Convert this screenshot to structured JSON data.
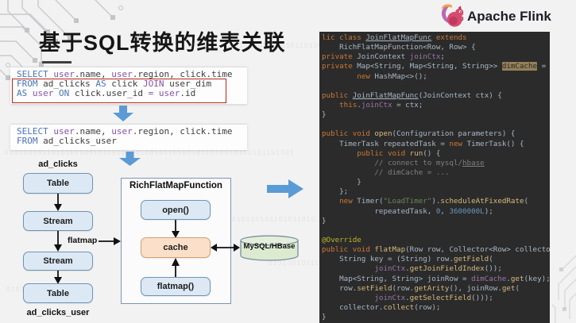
{
  "slide": {
    "title": "基于SQL转换的维表关联"
  },
  "brand": {
    "name": "Apache Flink",
    "logo_icon": "flink-squirrel-icon"
  },
  "decor": {
    "b1": "0101001011010110100101101001010010110100101101001010",
    "b2": "01010010110101101001011010010100101101001011010010100101101001",
    "b3": "010100101101011010",
    "b4": "0101001011010"
  },
  "colors": {
    "accent_arrow_blue": "#5b9bd5",
    "box_blue": "#dce9f5",
    "box_orange": "#fbdfc8",
    "db_green": "#dcead0",
    "red_outline": "#b3271c",
    "code_bg": "#2b2b2b",
    "keyword_orange": "#CC7832",
    "sql_keyword_blue": "#4a74b8",
    "sql_purple": "#8752a8"
  },
  "sql1": {
    "lines": [
      [
        {
          "c": "kb",
          "t": "SELECT "
        },
        {
          "c": "p",
          "t": "user"
        },
        {
          "c": "t",
          "t": ".name, "
        },
        {
          "c": "p",
          "t": "user"
        },
        {
          "c": "t",
          "t": ".region, click.time"
        }
      ],
      [
        {
          "c": "kb",
          "t": "FROM "
        },
        {
          "c": "t",
          "t": "ad_clicks "
        },
        {
          "c": "kb",
          "t": "AS "
        },
        {
          "c": "t",
          "t": "click "
        },
        {
          "c": "p",
          "t": "JOIN "
        },
        {
          "c": "t",
          "t": "user_dim"
        }
      ],
      [
        {
          "c": "kb",
          "t": "AS "
        },
        {
          "c": "p",
          "t": "user "
        },
        {
          "c": "kb",
          "t": "ON "
        },
        {
          "c": "t",
          "t": "click.user_id "
        },
        {
          "c": "p",
          "t": "= "
        },
        {
          "c": "p",
          "t": "user"
        },
        {
          "c": "t",
          "t": ".id"
        }
      ]
    ]
  },
  "sql2": {
    "lines": [
      [
        {
          "c": "kb",
          "t": "SELECT "
        },
        {
          "c": "p",
          "t": "user"
        },
        {
          "c": "t",
          "t": ".name, "
        },
        {
          "c": "p",
          "t": "user"
        },
        {
          "c": "t",
          "t": ".region, click.time"
        }
      ],
      [
        {
          "c": "kb",
          "t": "FROM "
        },
        {
          "c": "t",
          "t": "ad_clicks_user"
        }
      ]
    ]
  },
  "diagram": {
    "source_label": "ad_clicks",
    "sink_label": "ad_clicks_user",
    "left_boxes": [
      "Table",
      "Stream",
      "Stream",
      "Table"
    ],
    "flatmap_edge_label": "flatmap",
    "container_title": "RichFlatMapFunction",
    "open_box": "open()",
    "cache_box": "cache",
    "flatmap_box": "flatmap()",
    "db_label": "MySQL/HBase"
  },
  "code": {
    "lines": [
      [
        {
          "c": "k",
          "t": "lic class "
        },
        {
          "c": "u",
          "t": "JoinFlatMapFunc"
        },
        {
          "c": "k",
          "t": " extends"
        }
      ],
      [
        {
          "c": "d",
          "t": "    RichFlatMapFunction<Row, Row> {"
        }
      ],
      [
        {
          "c": "k",
          "t": "private "
        },
        {
          "c": "d",
          "t": "JoinContext "
        },
        {
          "c": "f",
          "t": "joinCtx"
        },
        {
          "c": "d",
          "t": ";"
        }
      ],
      [
        {
          "c": "k",
          "t": "private "
        },
        {
          "c": "d",
          "t": "Map<String, Map<String, String>> "
        },
        {
          "c": "h",
          "t": "dimCache"
        },
        {
          "c": "d",
          "t": " ="
        }
      ],
      [
        {
          "c": "d",
          "t": "        "
        },
        {
          "c": "k",
          "t": "new "
        },
        {
          "c": "d",
          "t": "HashMap<>();"
        }
      ],
      [],
      [
        {
          "c": "k",
          "t": "public "
        },
        {
          "c": "u",
          "t": "JoinFlatMapFunc"
        },
        {
          "c": "d",
          "t": "(JoinContext ctx) {"
        }
      ],
      [
        {
          "c": "d",
          "t": "    "
        },
        {
          "c": "k",
          "t": "this"
        },
        {
          "c": "d",
          "t": "."
        },
        {
          "c": "f",
          "t": "joinCtx"
        },
        {
          "c": "d",
          "t": " = ctx;"
        }
      ],
      [
        {
          "c": "d",
          "t": "}"
        }
      ],
      [],
      [
        {
          "c": "k",
          "t": "public void "
        },
        {
          "c": "m",
          "t": "open"
        },
        {
          "c": "d",
          "t": "(Configuration parameters) {"
        }
      ],
      [
        {
          "c": "d",
          "t": "    TimerTask repeatedTask = "
        },
        {
          "c": "k",
          "t": "new "
        },
        {
          "c": "d",
          "t": "TimerTask() {"
        }
      ],
      [
        {
          "c": "d",
          "t": "        "
        },
        {
          "c": "k",
          "t": "public void "
        },
        {
          "c": "m",
          "t": "run"
        },
        {
          "c": "d",
          "t": "() {"
        }
      ],
      [
        {
          "c": "c",
          "t": "            // connect to mysql/"
        },
        {
          "c": "cu",
          "t": "hbase"
        }
      ],
      [
        {
          "c": "c",
          "t": "            // dimCache = ..."
        }
      ],
      [
        {
          "c": "d",
          "t": "        }"
        }
      ],
      [
        {
          "c": "d",
          "t": "    };"
        }
      ],
      [
        {
          "c": "d",
          "t": "    "
        },
        {
          "c": "k",
          "t": "new "
        },
        {
          "c": "d",
          "t": "Timer("
        },
        {
          "c": "s",
          "t": "\"LoadTimer\""
        },
        {
          "c": "d",
          "t": ")."
        },
        {
          "c": "m",
          "t": "scheduleAtFixedRate"
        },
        {
          "c": "d",
          "t": "("
        }
      ],
      [
        {
          "c": "d",
          "t": "            repeatedTask, "
        },
        {
          "c": "n",
          "t": "0"
        },
        {
          "c": "d",
          "t": ", "
        },
        {
          "c": "n",
          "t": "3600000L"
        },
        {
          "c": "d",
          "t": ");"
        }
      ],
      [
        {
          "c": "d",
          "t": "}"
        }
      ],
      [],
      [
        {
          "c": "a",
          "t": "@Override"
        }
      ],
      [
        {
          "c": "k",
          "t": "public void "
        },
        {
          "c": "m",
          "t": "flatMap"
        },
        {
          "c": "d",
          "t": "(Row row, Collector<Row> collector)"
        }
      ],
      [
        {
          "c": "d",
          "t": "    String key = (String) row."
        },
        {
          "c": "m",
          "t": "getField"
        },
        {
          "c": "d",
          "t": "("
        }
      ],
      [
        {
          "c": "d",
          "t": "            "
        },
        {
          "c": "f",
          "t": "joinCtx"
        },
        {
          "c": "d",
          "t": "."
        },
        {
          "c": "m",
          "t": "getJoinFieldIndex"
        },
        {
          "c": "d",
          "t": "());"
        }
      ],
      [
        {
          "c": "d",
          "t": "    Map<String, String> joinRow = "
        },
        {
          "c": "f",
          "t": "dimCache"
        },
        {
          "c": "d",
          "t": "."
        },
        {
          "c": "m",
          "t": "get"
        },
        {
          "c": "d",
          "t": "(key);"
        }
      ],
      [
        {
          "c": "d",
          "t": "    row."
        },
        {
          "c": "m",
          "t": "setField"
        },
        {
          "c": "d",
          "t": "(row."
        },
        {
          "c": "m",
          "t": "getArity"
        },
        {
          "c": "d",
          "t": "(), joinRow."
        },
        {
          "c": "m",
          "t": "get"
        },
        {
          "c": "d",
          "t": "("
        }
      ],
      [
        {
          "c": "d",
          "t": "            "
        },
        {
          "c": "f",
          "t": "joinCtx"
        },
        {
          "c": "d",
          "t": "."
        },
        {
          "c": "m",
          "t": "getSelectField"
        },
        {
          "c": "d",
          "t": "()));"
        }
      ],
      [
        {
          "c": "d",
          "t": "    collector."
        },
        {
          "c": "m",
          "t": "collect"
        },
        {
          "c": "d",
          "t": "(row);"
        }
      ],
      [
        {
          "c": "d",
          "t": "}"
        }
      ]
    ]
  }
}
